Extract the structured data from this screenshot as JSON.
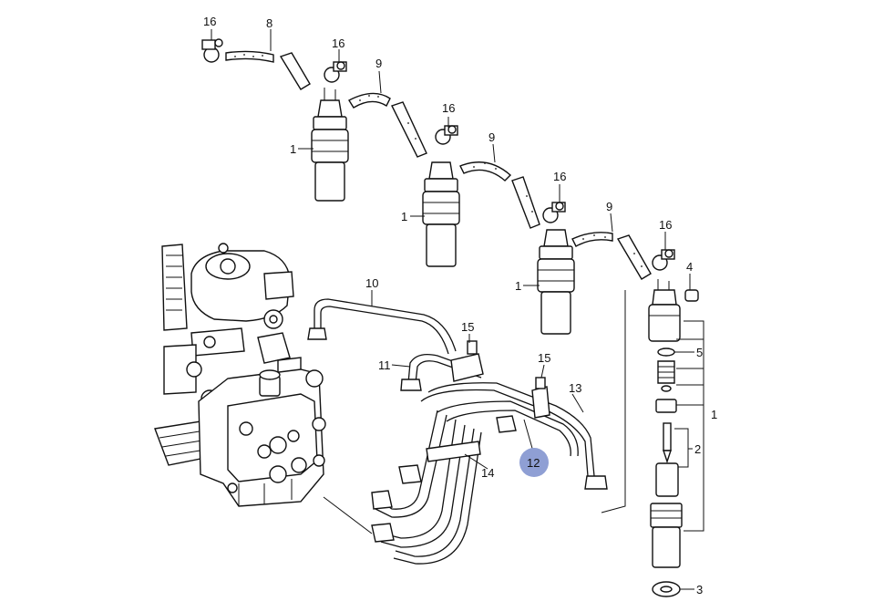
{
  "diagram": {
    "highlight_color": "#8f9fd4",
    "callouts": [
      {
        "id": "c16a",
        "label": "16"
      },
      {
        "id": "c8",
        "label": "8"
      },
      {
        "id": "c16b",
        "label": "16"
      },
      {
        "id": "c9a",
        "label": "9"
      },
      {
        "id": "c1a",
        "label": "1"
      },
      {
        "id": "c16c",
        "label": "16"
      },
      {
        "id": "c9b",
        "label": "9"
      },
      {
        "id": "c1b",
        "label": "1"
      },
      {
        "id": "c16d",
        "label": "16"
      },
      {
        "id": "c9c",
        "label": "9"
      },
      {
        "id": "c1c",
        "label": "1"
      },
      {
        "id": "c16e",
        "label": "16"
      },
      {
        "id": "c4",
        "label": "4"
      },
      {
        "id": "c10",
        "label": "10"
      },
      {
        "id": "c15a",
        "label": "15"
      },
      {
        "id": "c11",
        "label": "11"
      },
      {
        "id": "c15b",
        "label": "15"
      },
      {
        "id": "c13",
        "label": "13"
      },
      {
        "id": "c12",
        "label": "12"
      },
      {
        "id": "c14",
        "label": "14"
      },
      {
        "id": "c5",
        "label": "5"
      },
      {
        "id": "c1d",
        "label": "1"
      },
      {
        "id": "c2",
        "label": "2"
      },
      {
        "id": "c3",
        "label": "3"
      }
    ]
  }
}
